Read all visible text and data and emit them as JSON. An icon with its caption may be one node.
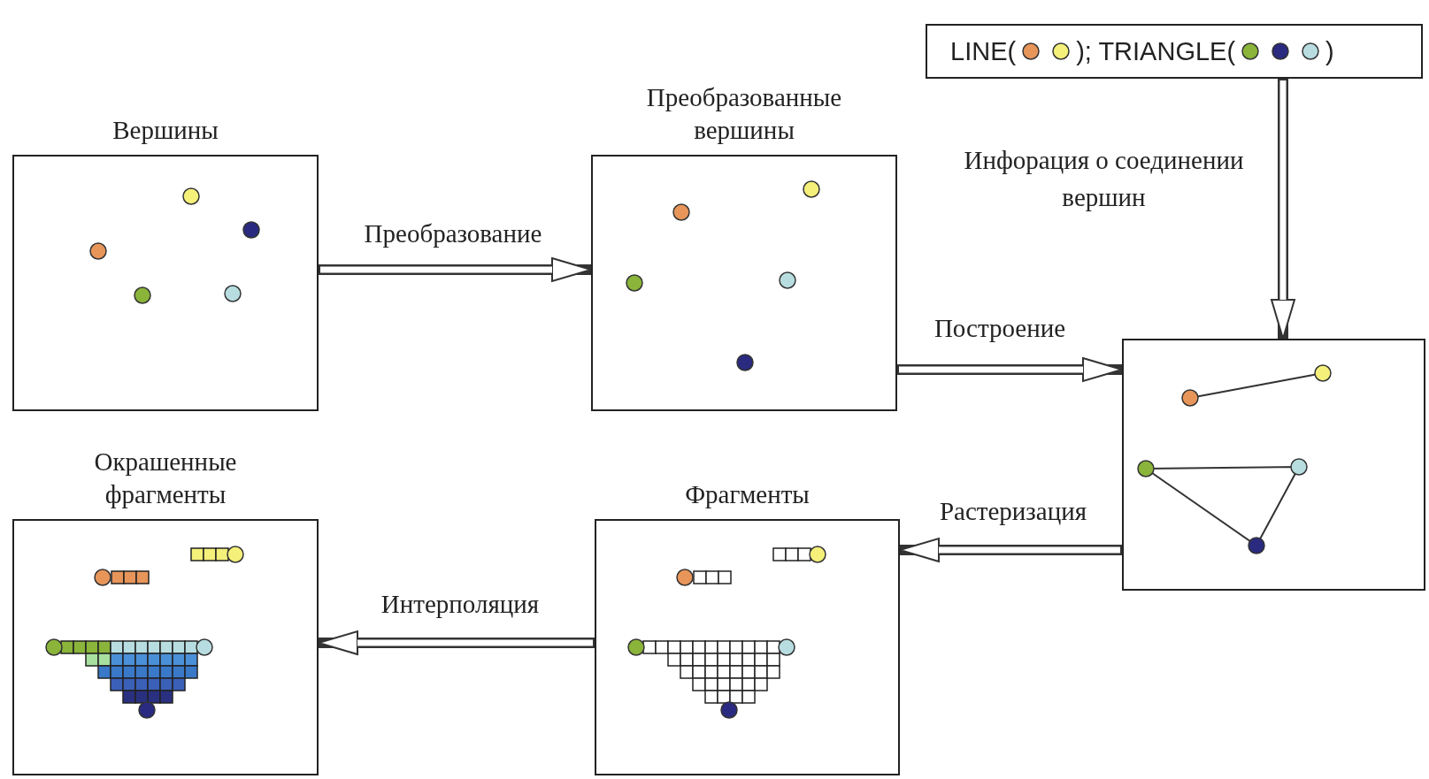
{
  "diagram": {
    "nodes": [
      {
        "text": [
          "Вершины"
        ]
      },
      {
        "text": [
          "Преобразованные вершины"
        ]
      },
      {
        "text": [
          "LINE(",
          "); TRIANGLE(",
          ")"
        ]
      },
      {
        "text": [],
        "shape": "picture"
      },
      {
        "text": [
          "Фрагменты"
        ]
      },
      {
        "text": [
          "Окрашенные фрагменты"
        ]
      }
    ],
    "edges": [
      {
        "from": 0,
        "to": 1,
        "arrow": "to",
        "label": "Преобразование"
      },
      {
        "from": 1,
        "to": 3,
        "arrow": "to",
        "label": "Построение"
      },
      {
        "from": 2,
        "to": 3,
        "arrow": "to",
        "label": "Инфорация о соединении вершин"
      },
      {
        "from": 3,
        "to": 4,
        "arrow": "to",
        "label": "Растеризация"
      },
      {
        "from": 4,
        "to": 5,
        "arrow": "to",
        "label": "Интерполяция"
      }
    ]
  }
}
